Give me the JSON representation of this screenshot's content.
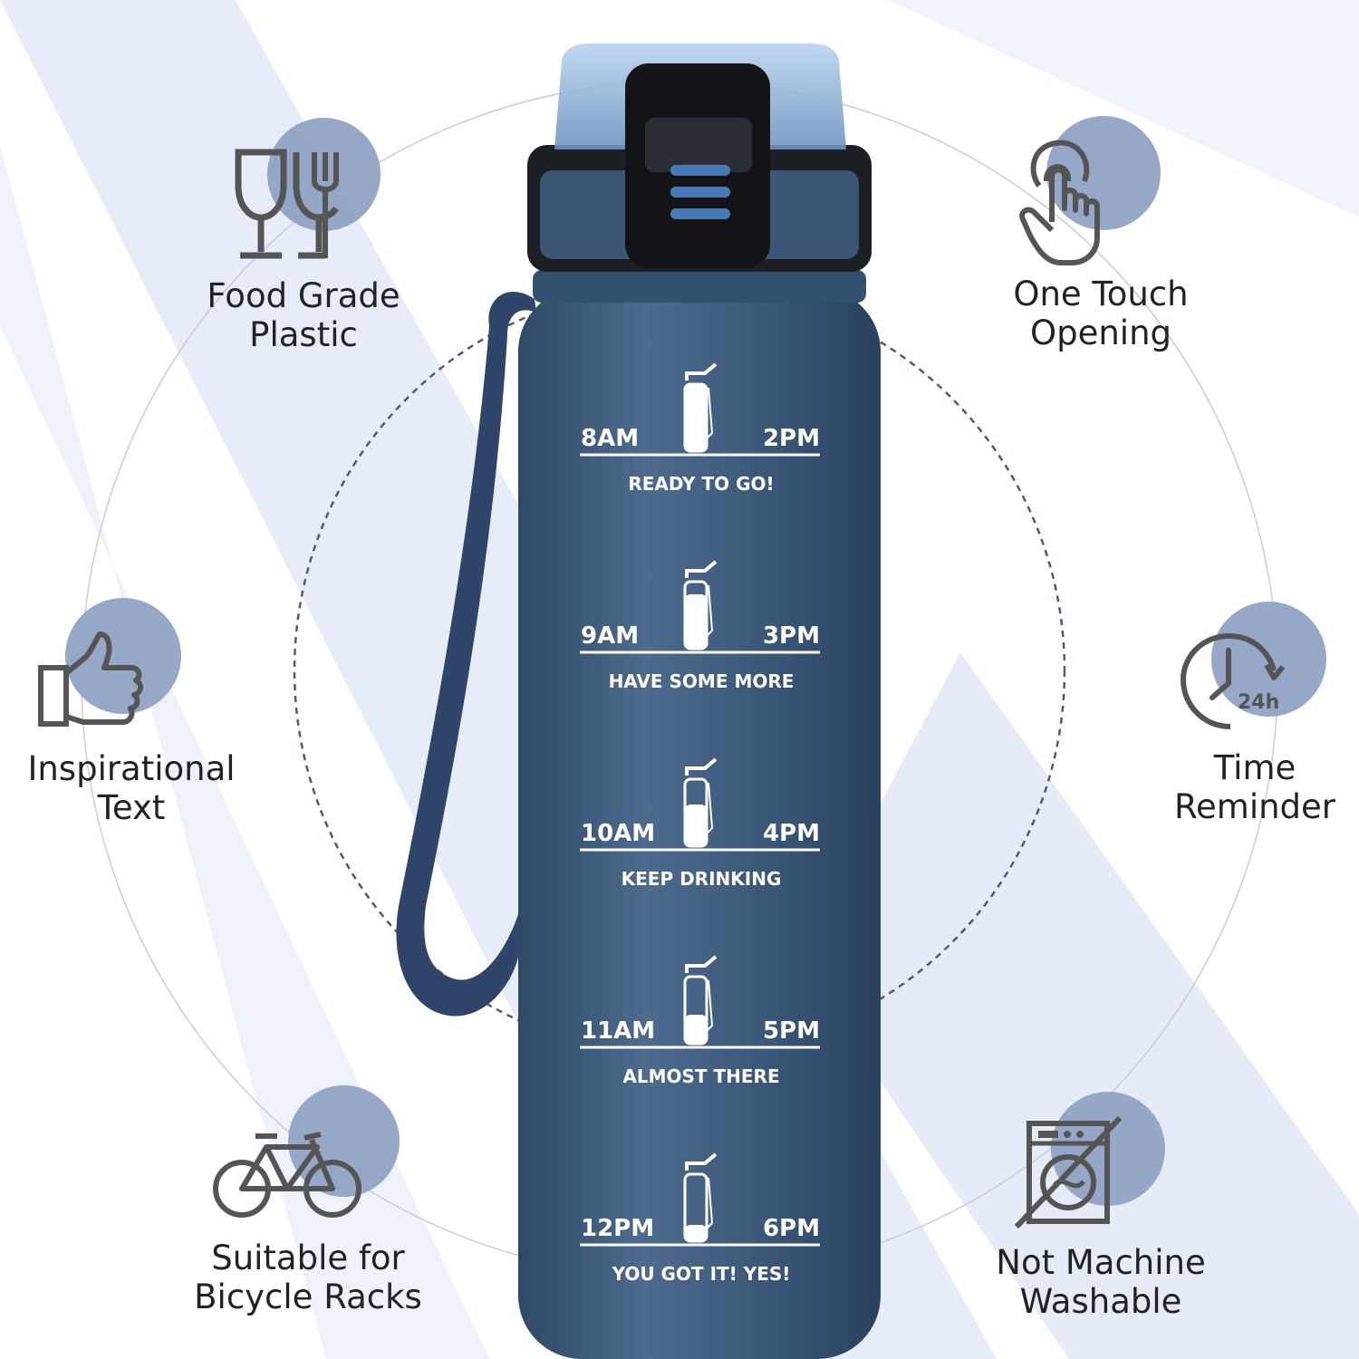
{
  "features": {
    "food_grade": {
      "label": "Food Grade\nPlastic",
      "icon": "food-grade-icon"
    },
    "inspirational": {
      "label": "Inspirational\nText",
      "icon": "thumbs-up-icon"
    },
    "bicycle": {
      "label": "Suitable for\nBicycle Racks",
      "icon": "bicycle-icon"
    },
    "one_touch": {
      "label": "One Touch\nOpening",
      "icon": "touch-hand-icon"
    },
    "time_reminder": {
      "label": "Time\nReminder",
      "icon": "clock-24h-icon",
      "icon_text": "24h"
    },
    "not_washable": {
      "label": "Not Machine\nWashable",
      "icon": "no-washing-machine-icon"
    }
  },
  "bottle": {
    "color": "#3b5370",
    "markers": [
      {
        "left": "8AM",
        "right": "2PM",
        "message": "READY TO GO!"
      },
      {
        "left": "9AM",
        "right": "3PM",
        "message": "HAVE SOME MORE"
      },
      {
        "left": "10AM",
        "right": "4PM",
        "message": "KEEP DRINKING"
      },
      {
        "left": "11AM",
        "right": "5PM",
        "message": "ALMOST THERE"
      },
      {
        "left": "12PM",
        "right": "6PM",
        "message": "YOU GOT IT! YES!"
      }
    ]
  },
  "colors": {
    "accent_blob": "#8fa3c4",
    "icon_stroke": "#555555",
    "bottle_dark": "#2d4563"
  }
}
